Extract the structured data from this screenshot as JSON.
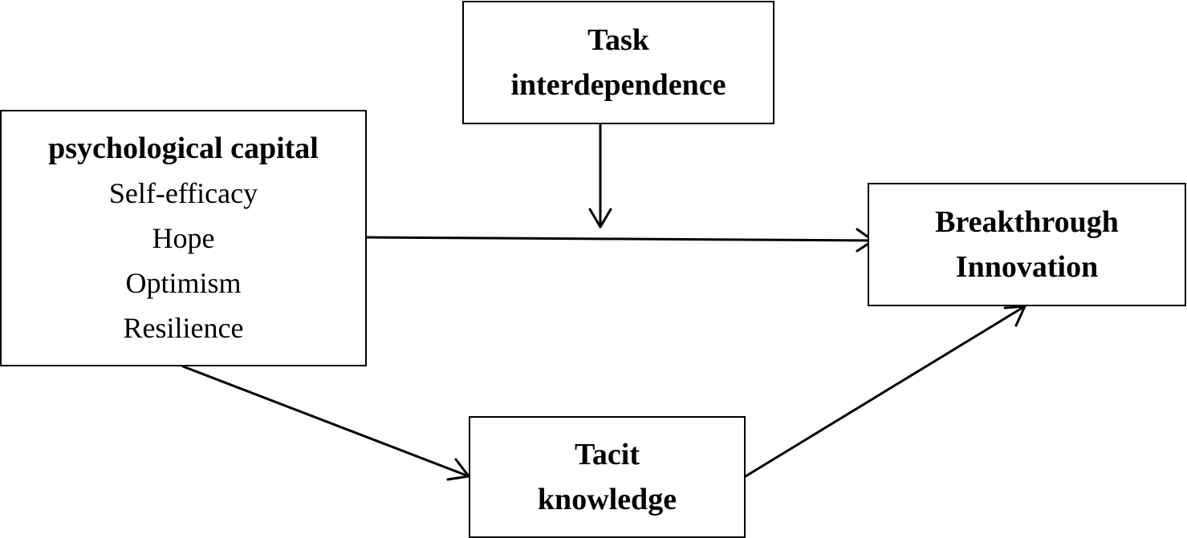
{
  "nodes": {
    "task": {
      "lines": [
        "Task",
        "interdependence"
      ]
    },
    "capital": {
      "title": "psychological capital",
      "items": [
        "Self-efficacy",
        "Hope",
        "Optimism",
        "Resilience"
      ]
    },
    "breakthrough": {
      "lines": [
        "Breakthrough",
        "Innovation"
      ]
    },
    "tacit": {
      "lines": [
        "Tacit",
        "knowledge"
      ]
    }
  },
  "edges": [
    {
      "from": "psychological capital",
      "to": "Breakthrough Innovation"
    },
    {
      "from": "Task interdependence",
      "to": "psychological capital → Breakthrough Innovation"
    },
    {
      "from": "psychological capital",
      "to": "Tacit knowledge"
    },
    {
      "from": "Tacit knowledge",
      "to": "Breakthrough Innovation"
    }
  ]
}
